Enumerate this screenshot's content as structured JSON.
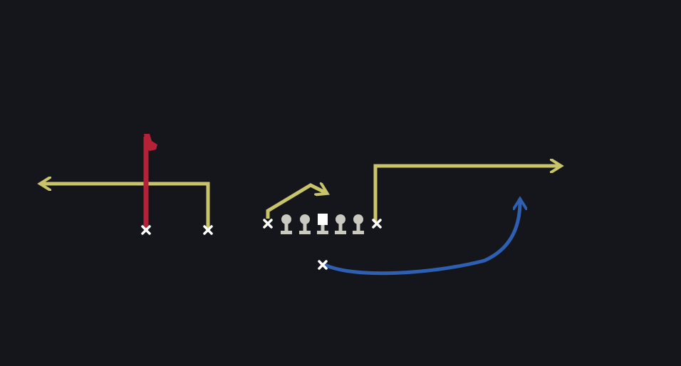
{
  "colors": {
    "background": "#14161b",
    "route_yellow": "#c9c46a",
    "route_red": "#b32237",
    "route_blue": "#2f5fb0",
    "player_marker": "#ffffff",
    "lineman": "#c9c9c0",
    "center": "#ffffff"
  },
  "players": [
    {
      "id": "receiver-1",
      "marker": "x",
      "route_color": "route_red",
      "route_type": "post-flag"
    },
    {
      "id": "receiver-2",
      "marker": "x",
      "route_color": "route_yellow",
      "route_type": "go-then-out-left"
    },
    {
      "id": "receiver-3",
      "marker": "x",
      "route_color": "route_yellow",
      "route_type": "short-out-right"
    },
    {
      "id": "receiver-4",
      "marker": "x",
      "route_color": "route_yellow",
      "route_type": "go-then-out-right"
    },
    {
      "id": "running-back",
      "marker": "x",
      "route_color": "route_blue",
      "route_type": "wheel"
    }
  ],
  "linemen": {
    "count": 5,
    "center_index": 2
  }
}
